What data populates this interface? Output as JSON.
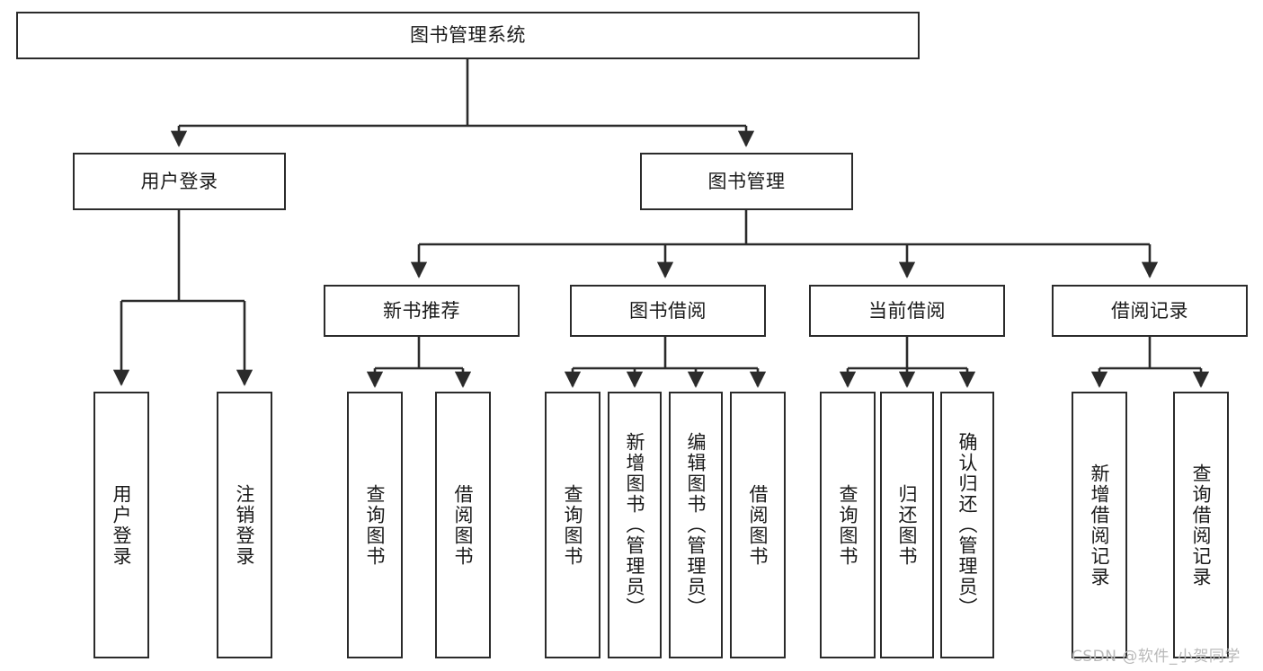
{
  "diagram": {
    "title": "图书管理系统",
    "watermark": "CSDN @软件_小贺同学",
    "line_color": "#2b2b2b",
    "box_fill": "#ffffff",
    "text_color": "#1a1a1a",
    "root": {
      "label": "图书管理系统"
    },
    "level2": [
      {
        "label": "用户登录"
      },
      {
        "label": "图书管理"
      }
    ],
    "level3": [
      {
        "label": "新书推荐"
      },
      {
        "label": "图书借阅"
      },
      {
        "label": "当前借阅"
      },
      {
        "label": "借阅记录"
      }
    ],
    "leaves": {
      "user_login": [
        {
          "label": "用户登录"
        },
        {
          "label": "注销登录"
        }
      ],
      "new_book_recommend": [
        {
          "label": "查询图书"
        },
        {
          "label": "借阅图书"
        }
      ],
      "book_borrow": [
        {
          "label": "查询图书"
        },
        {
          "label": "新增图书（管理员）"
        },
        {
          "label": "编辑图书（管理员）"
        },
        {
          "label": "借阅图书"
        }
      ],
      "current_borrow": [
        {
          "label": "查询图书"
        },
        {
          "label": "归还图书"
        },
        {
          "label": "确认归还（管理员）"
        }
      ],
      "borrow_record": [
        {
          "label": "新增借阅记录"
        },
        {
          "label": "查询借阅记录"
        }
      ]
    }
  },
  "chart_data": {
    "type": "diagram",
    "subtype": "tree-hierarchy",
    "title": "图书管理系统",
    "orientation": "top-down",
    "nodes": [
      {
        "id": "root",
        "label": "图书管理系统",
        "level": 0,
        "parent": null
      },
      {
        "id": "user_login",
        "label": "用户登录",
        "level": 1,
        "parent": "root"
      },
      {
        "id": "book_mgmt",
        "label": "图书管理",
        "level": 1,
        "parent": "root"
      },
      {
        "id": "new_book",
        "label": "新书推荐",
        "level": 2,
        "parent": "book_mgmt"
      },
      {
        "id": "book_borrow",
        "label": "图书借阅",
        "level": 2,
        "parent": "book_mgmt"
      },
      {
        "id": "current_borrow",
        "label": "当前借阅",
        "level": 2,
        "parent": "book_mgmt"
      },
      {
        "id": "borrow_record",
        "label": "借阅记录",
        "level": 2,
        "parent": "book_mgmt"
      },
      {
        "id": "l_user_login",
        "label": "用户登录",
        "level": 2,
        "parent": "user_login"
      },
      {
        "id": "l_logout",
        "label": "注销登录",
        "level": 2,
        "parent": "user_login"
      },
      {
        "id": "l_nb_query",
        "label": "查询图书",
        "level": 3,
        "parent": "new_book"
      },
      {
        "id": "l_nb_borrow",
        "label": "借阅图书",
        "level": 3,
        "parent": "new_book"
      },
      {
        "id": "l_bb_query",
        "label": "查询图书",
        "level": 3,
        "parent": "book_borrow"
      },
      {
        "id": "l_bb_add",
        "label": "新增图书（管理员）",
        "level": 3,
        "parent": "book_borrow"
      },
      {
        "id": "l_bb_edit",
        "label": "编辑图书（管理员）",
        "level": 3,
        "parent": "book_borrow"
      },
      {
        "id": "l_bb_borrow",
        "label": "借阅图书",
        "level": 3,
        "parent": "book_borrow"
      },
      {
        "id": "l_cb_query",
        "label": "查询图书",
        "level": 3,
        "parent": "current_borrow"
      },
      {
        "id": "l_cb_return",
        "label": "归还图书",
        "level": 3,
        "parent": "current_borrow"
      },
      {
        "id": "l_cb_confirm",
        "label": "确认归还（管理员）",
        "level": 3,
        "parent": "current_borrow"
      },
      {
        "id": "l_br_add",
        "label": "新增借阅记录",
        "level": 3,
        "parent": "borrow_record"
      },
      {
        "id": "l_br_query",
        "label": "查询借阅记录",
        "level": 3,
        "parent": "borrow_record"
      }
    ]
  }
}
